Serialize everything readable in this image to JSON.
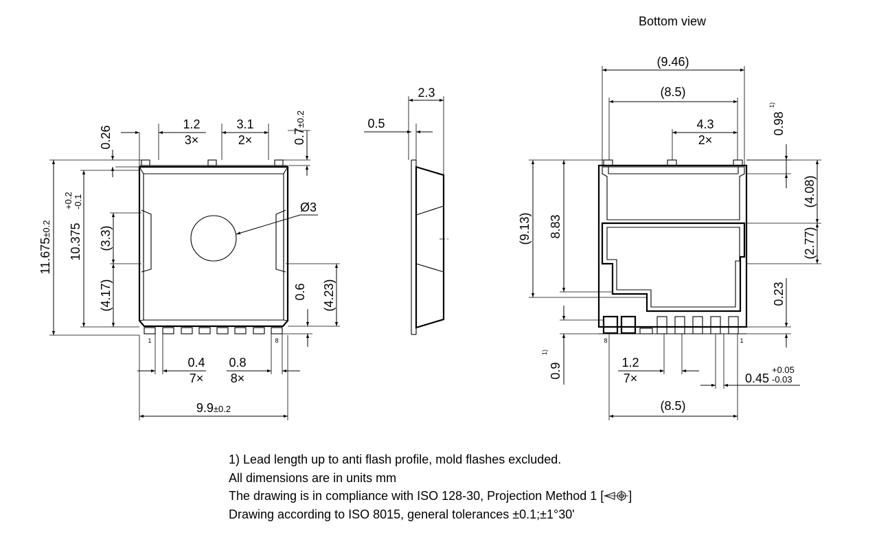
{
  "view_title": "Bottom view",
  "front_view": {
    "dim_026": "0.26",
    "dim_12": "1.2",
    "dim_12_count": "3×",
    "dim_31": "3.1",
    "dim_31_count": "2×",
    "dim_07": "0.7",
    "dim_07_tol": "±0.2",
    "dim_11675": "11.675",
    "dim_11675_tol": "±0.2",
    "dim_10375": "10.375",
    "dim_10375_tol_upper": "+0.2",
    "dim_10375_tol_lower": "-0.1",
    "dim_33": "(3.3)",
    "dim_417": "(4.17)",
    "dim_hole": "Ø3",
    "dim_06": "0.6",
    "dim_423": "(4.23)",
    "dim_04": "0.4",
    "dim_04_count": "7×",
    "dim_08": "0.8",
    "dim_08_count": "8×",
    "dim_99": "9.9",
    "dim_99_tol": "±0.2",
    "pin_first": "1",
    "pin_last": "8"
  },
  "side_view": {
    "dim_23": "2.3",
    "dim_05": "0.5"
  },
  "bottom_view": {
    "dim_946": "(9.46)",
    "dim_85_top": "(8.5)",
    "dim_43": "4.3",
    "dim_43_count": "2×",
    "dim_098": "0.98",
    "dim_098_note": "1)",
    "dim_408": "(4.08)",
    "dim_277": "(2.77)",
    "dim_023": "0.23",
    "dim_913": "(9.13)",
    "dim_883": "8.83",
    "dim_09": "0.9",
    "dim_09_note": "1)",
    "dim_12": "1.2",
    "dim_12_count": "7×",
    "dim_045": "0.45",
    "dim_045_tol_upper": "+0.05",
    "dim_045_tol_lower": "-0.03",
    "dim_85_bottom": "(8.5)",
    "pin_left": "8",
    "pin_right": "1"
  },
  "notes": {
    "line1": "1) Lead length up to anti flash profile, mold flashes excluded.",
    "line2": "All dimensions are in units mm",
    "line3_prefix": "The drawing is in compliance with ISO 128-30, Projection Method 1 [",
    "line3_suffix": "]",
    "line4": "Drawing according to ISO 8015, general tolerances ±0.1;±1°30'"
  },
  "icons": {
    "projection": "first-angle-projection-icon"
  }
}
